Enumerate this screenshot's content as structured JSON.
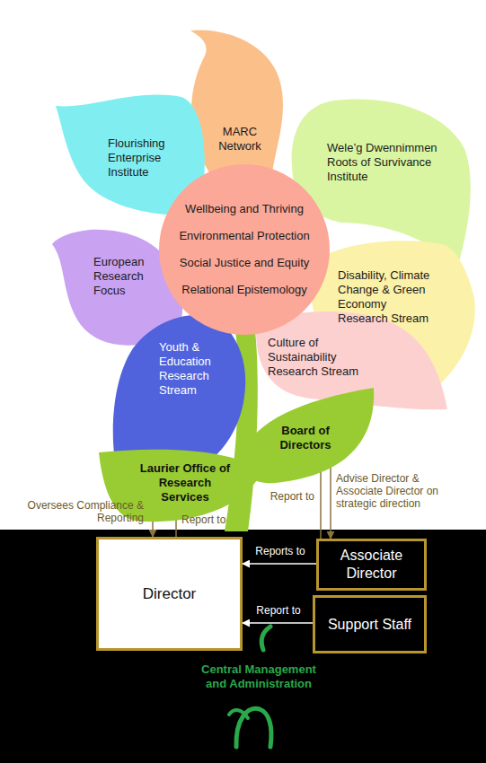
{
  "diagram": {
    "nodes": [
      {
        "text": [
          "MARC Network"
        ]
      },
      {
        "text": [
          "Flourishing Enterprise Institute"
        ]
      },
      {
        "text": [
          "Wele’g Dwennimmen Roots of Survivance Institute"
        ]
      },
      {
        "text": [
          "European Research Focus"
        ]
      },
      {
        "text": [
          "Disability, Climate Change & Green Economy Research Stream"
        ]
      },
      {
        "text": [
          "Youth & Education Research Stream"
        ]
      },
      {
        "text": [
          "Culture of Sustainability Research Stream"
        ]
      },
      {
        "text": [
          "Wellbeing and Thriving",
          "Environmental Protection",
          "Social Justice and Equity",
          "Relational Epistemology"
        ]
      },
      {
        "text": [
          "Board of Directors"
        ]
      },
      {
        "text": [
          "Laurier Office of Research Services"
        ]
      },
      {
        "text": [
          "Director"
        ]
      },
      {
        "text": [
          "Associate Director"
        ]
      },
      {
        "text": [
          "Support Staff"
        ]
      }
    ],
    "edges": [
      {
        "from": 9,
        "to": 10,
        "label": "Oversees Compliance & Reporting",
        "arrow": "to"
      },
      {
        "from": 10,
        "to": 9,
        "label": "Report to",
        "arrow": "to"
      },
      {
        "from": 11,
        "to": 8,
        "label": "Report to",
        "arrow": "to"
      },
      {
        "from": 8,
        "to": 11,
        "label": "Advise Director & Associate Director on strategic direction",
        "arrow": "to"
      },
      {
        "from": 11,
        "to": 10,
        "label": "Reports to",
        "arrow": "to"
      },
      {
        "from": 12,
        "to": 10,
        "label": "Report to",
        "arrow": "to"
      }
    ],
    "labels": [
      "Central Management and Administration"
    ]
  }
}
